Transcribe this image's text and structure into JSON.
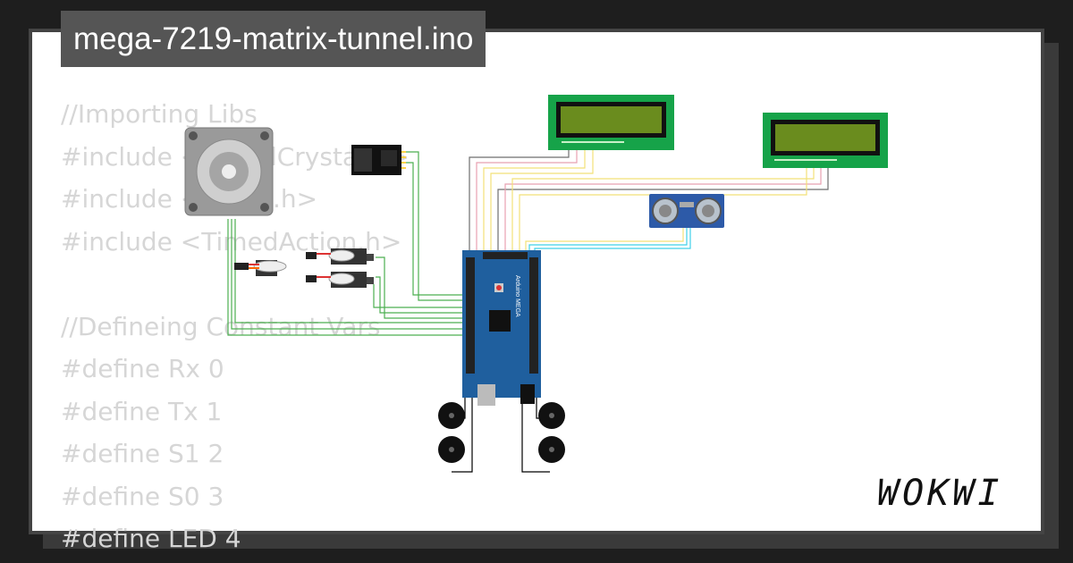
{
  "title": "mega-7219-matrix-tunnel.ino",
  "code_lines": [
    "//Importing Libs",
    "#include <LiquidCrystal.h>",
    "#include <Servo.h>",
    "#include <TimedAction.h>",
    "",
    "//Defineing Constant Vars",
    "#define Rx 0",
    "#define Tx 1",
    "#define S1 2",
    "#define S0 3",
    "#define LED 4"
  ],
  "board": {
    "label": "Arduino MEGA"
  },
  "brand": {
    "name": "WOKWI"
  },
  "icons": {
    "stepper": "stepper-motor-icon",
    "wifi": "esp01-module-icon",
    "servo": "servo-icon",
    "lcd": "lcd-display-icon",
    "ultrasonic": "ultrasonic-sensor-icon",
    "buzzer": "buzzer-icon"
  },
  "colors": {
    "board": "#1f5f9e",
    "lcd_pcb": "#16a349",
    "lcd_screen": "#6a8c1e",
    "sensor": "#2d5aa8",
    "wire_green": "#4caf50",
    "wire_yellow": "#f2e178",
    "wire_pink": "#e8a0b0",
    "wire_gray": "#6e6e6e",
    "wire_cyan": "#40d0e8"
  }
}
